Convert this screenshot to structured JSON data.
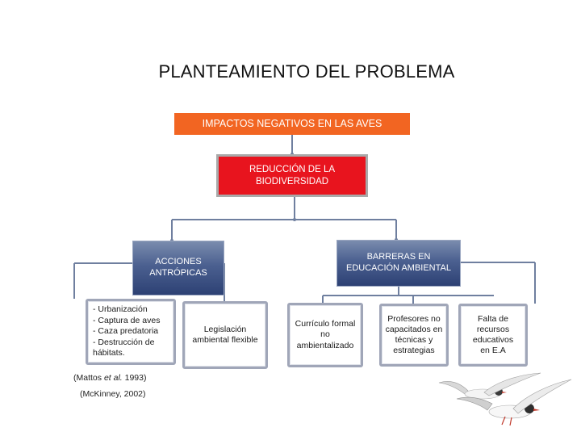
{
  "title": "PLANTEAMIENTO DEL PROBLEMA",
  "impactos": "IMPACTOS NEGATIVOS EN LAS AVES",
  "reduccion": {
    "line1": "REDUCCIÓN DE LA",
    "line2": "BIODIVERSIDAD"
  },
  "acciones": {
    "line1": "ACCIONES",
    "line2": "ANTRÓPICAS"
  },
  "barreras": {
    "line1": "BARRERAS  EN",
    "line2": "EDUCACIÓN AMBIENTAL"
  },
  "acciones_list": [
    "- Urbanización",
    "- Captura de aves",
    "- Caza predatoria",
    "- Destrucción de",
    "hábitats."
  ],
  "legislacion": {
    "line1": "Legislación",
    "line2": "ambiental flexible"
  },
  "curriculo": {
    "line1": "Currículo formal",
    "line2": "no",
    "line3": "ambientalizado"
  },
  "profesores": {
    "line1": "Profesores  no",
    "line2": "capacitados en",
    "line3": "técnicas y",
    "line4": "estrategias"
  },
  "falta": {
    "line1": "Falta de",
    "line2": "recursos",
    "line3": "educativos",
    "line4": "en E.A"
  },
  "references": {
    "ref1_pre": "(Mattos ",
    "ref1_italic": "et al.",
    "ref1_post": " 1993)",
    "ref2": "(McKinney, 2002)"
  },
  "colors": {
    "orange_box": "#f26522",
    "red_box": "#e8141e",
    "blue_box_top": "#7a8cae",
    "blue_box_bottom": "#2d4174",
    "connector": "#6f7f9f"
  },
  "icons": [
    "seagulls-illustration"
  ]
}
